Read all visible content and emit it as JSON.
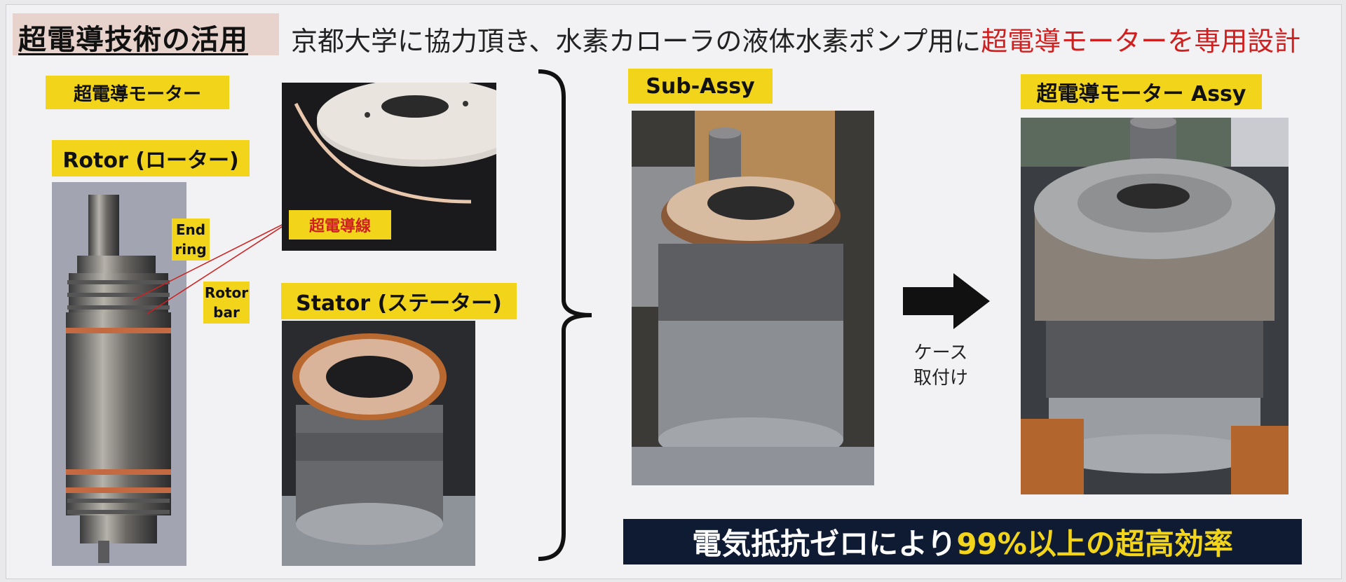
{
  "title": "超電導技術の活用",
  "headline": {
    "text": "京都大学に協力頂き、水素カローラの液体水素ポンプ用に",
    "highlight": "超電導モーターを専用設計",
    "highlight_color": "#d01f1f"
  },
  "labels": {
    "motor": "超電導モーター",
    "rotor": "Rotor (ローター)",
    "end_ring_1": "End",
    "end_ring_2": "ring",
    "rotor_bar_1": "Rotor",
    "rotor_bar_2": "bar",
    "wire": "超電導線",
    "stator": "Stator (ステーター)",
    "sub_assy": "Sub-Assy",
    "motor_assy": "超電導モーター Assy"
  },
  "arrow_text": {
    "line1": "ケース",
    "line2": "取付け"
  },
  "banner": {
    "text": "電気抵抗ゼロにより",
    "highlight": "99%以上の超高効率",
    "background": "#0f1b33",
    "highlight_color": "#f2d51a"
  },
  "colors": {
    "label_yellow": "#f2d51a",
    "title_bg": "#e7d3cc"
  },
  "icons": {
    "process_arrow": "right-arrow-icon",
    "group_brace": "right-brace"
  }
}
